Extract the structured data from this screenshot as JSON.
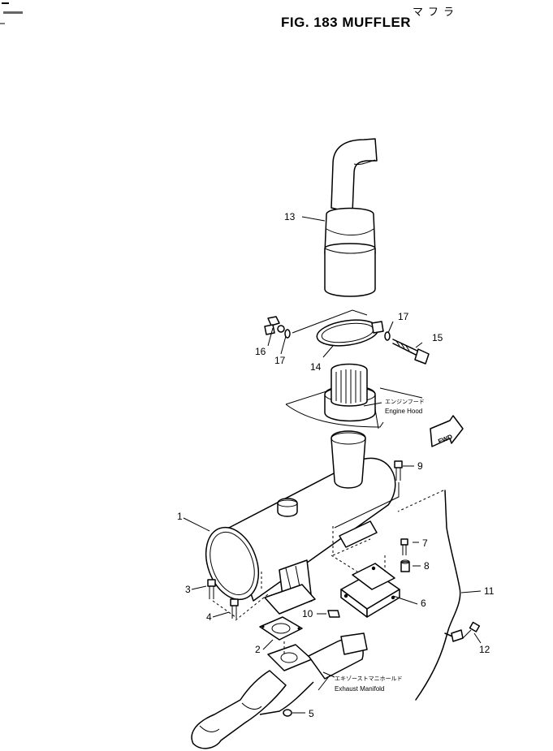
{
  "header": {
    "title_kana": "マフラ",
    "title": "FIG. 183  MUFFLER"
  },
  "annotations": {
    "engine_hood_jp": "エンジンフード",
    "engine_hood_en": "Engine Hood",
    "exhaust_manifold_jp": "エキゾーストマニホールド",
    "exhaust_manifold_en": "Exhaust Manifold",
    "fwd": "FWD"
  },
  "callouts": [
    {
      "id": "c1",
      "label": "1"
    },
    {
      "id": "c2",
      "label": "2"
    },
    {
      "id": "c3",
      "label": "3"
    },
    {
      "id": "c4",
      "label": "4"
    },
    {
      "id": "c5",
      "label": "5"
    },
    {
      "id": "c6",
      "label": "6"
    },
    {
      "id": "c7",
      "label": "7"
    },
    {
      "id": "c8",
      "label": "8"
    },
    {
      "id": "c9",
      "label": "9"
    },
    {
      "id": "c10",
      "label": "10"
    },
    {
      "id": "c11",
      "label": "11"
    },
    {
      "id": "c12",
      "label": "12"
    },
    {
      "id": "c13",
      "label": "13"
    },
    {
      "id": "c14",
      "label": "14"
    },
    {
      "id": "c15",
      "label": "15"
    },
    {
      "id": "c16",
      "label": "16"
    },
    {
      "id": "c17a",
      "label": "17"
    },
    {
      "id": "c17b",
      "label": "17"
    }
  ]
}
